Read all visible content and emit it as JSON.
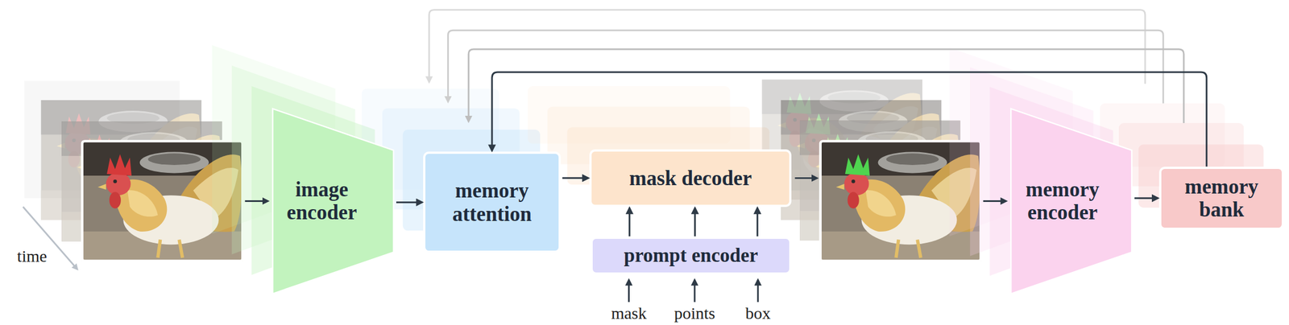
{
  "diagram": {
    "nodes": [
      {
        "text": [
          "image encoder"
        ]
      },
      {
        "text": [
          "memory attention"
        ]
      },
      {
        "text": [
          "mask decoder"
        ]
      },
      {
        "text": [
          "prompt encoder"
        ]
      },
      {
        "text": [
          "memory encoder"
        ]
      },
      {
        "text": [
          "memory bank"
        ]
      }
    ],
    "edges": [
      {
        "from": 0,
        "to": 1,
        "arrow": "to"
      },
      {
        "from": 1,
        "to": 2,
        "arrow": "to"
      },
      {
        "from": 3,
        "to": 2,
        "arrow": "to"
      },
      {
        "from": 3,
        "to": 2,
        "arrow": "to"
      },
      {
        "from": 3,
        "to": 2,
        "arrow": "to"
      },
      {
        "from": 4,
        "to": 5,
        "arrow": "to"
      },
      {
        "from": 5,
        "to": 1,
        "arrow": "to"
      }
    ],
    "labels": [
      "time",
      "mask",
      "points",
      "box"
    ]
  }
}
